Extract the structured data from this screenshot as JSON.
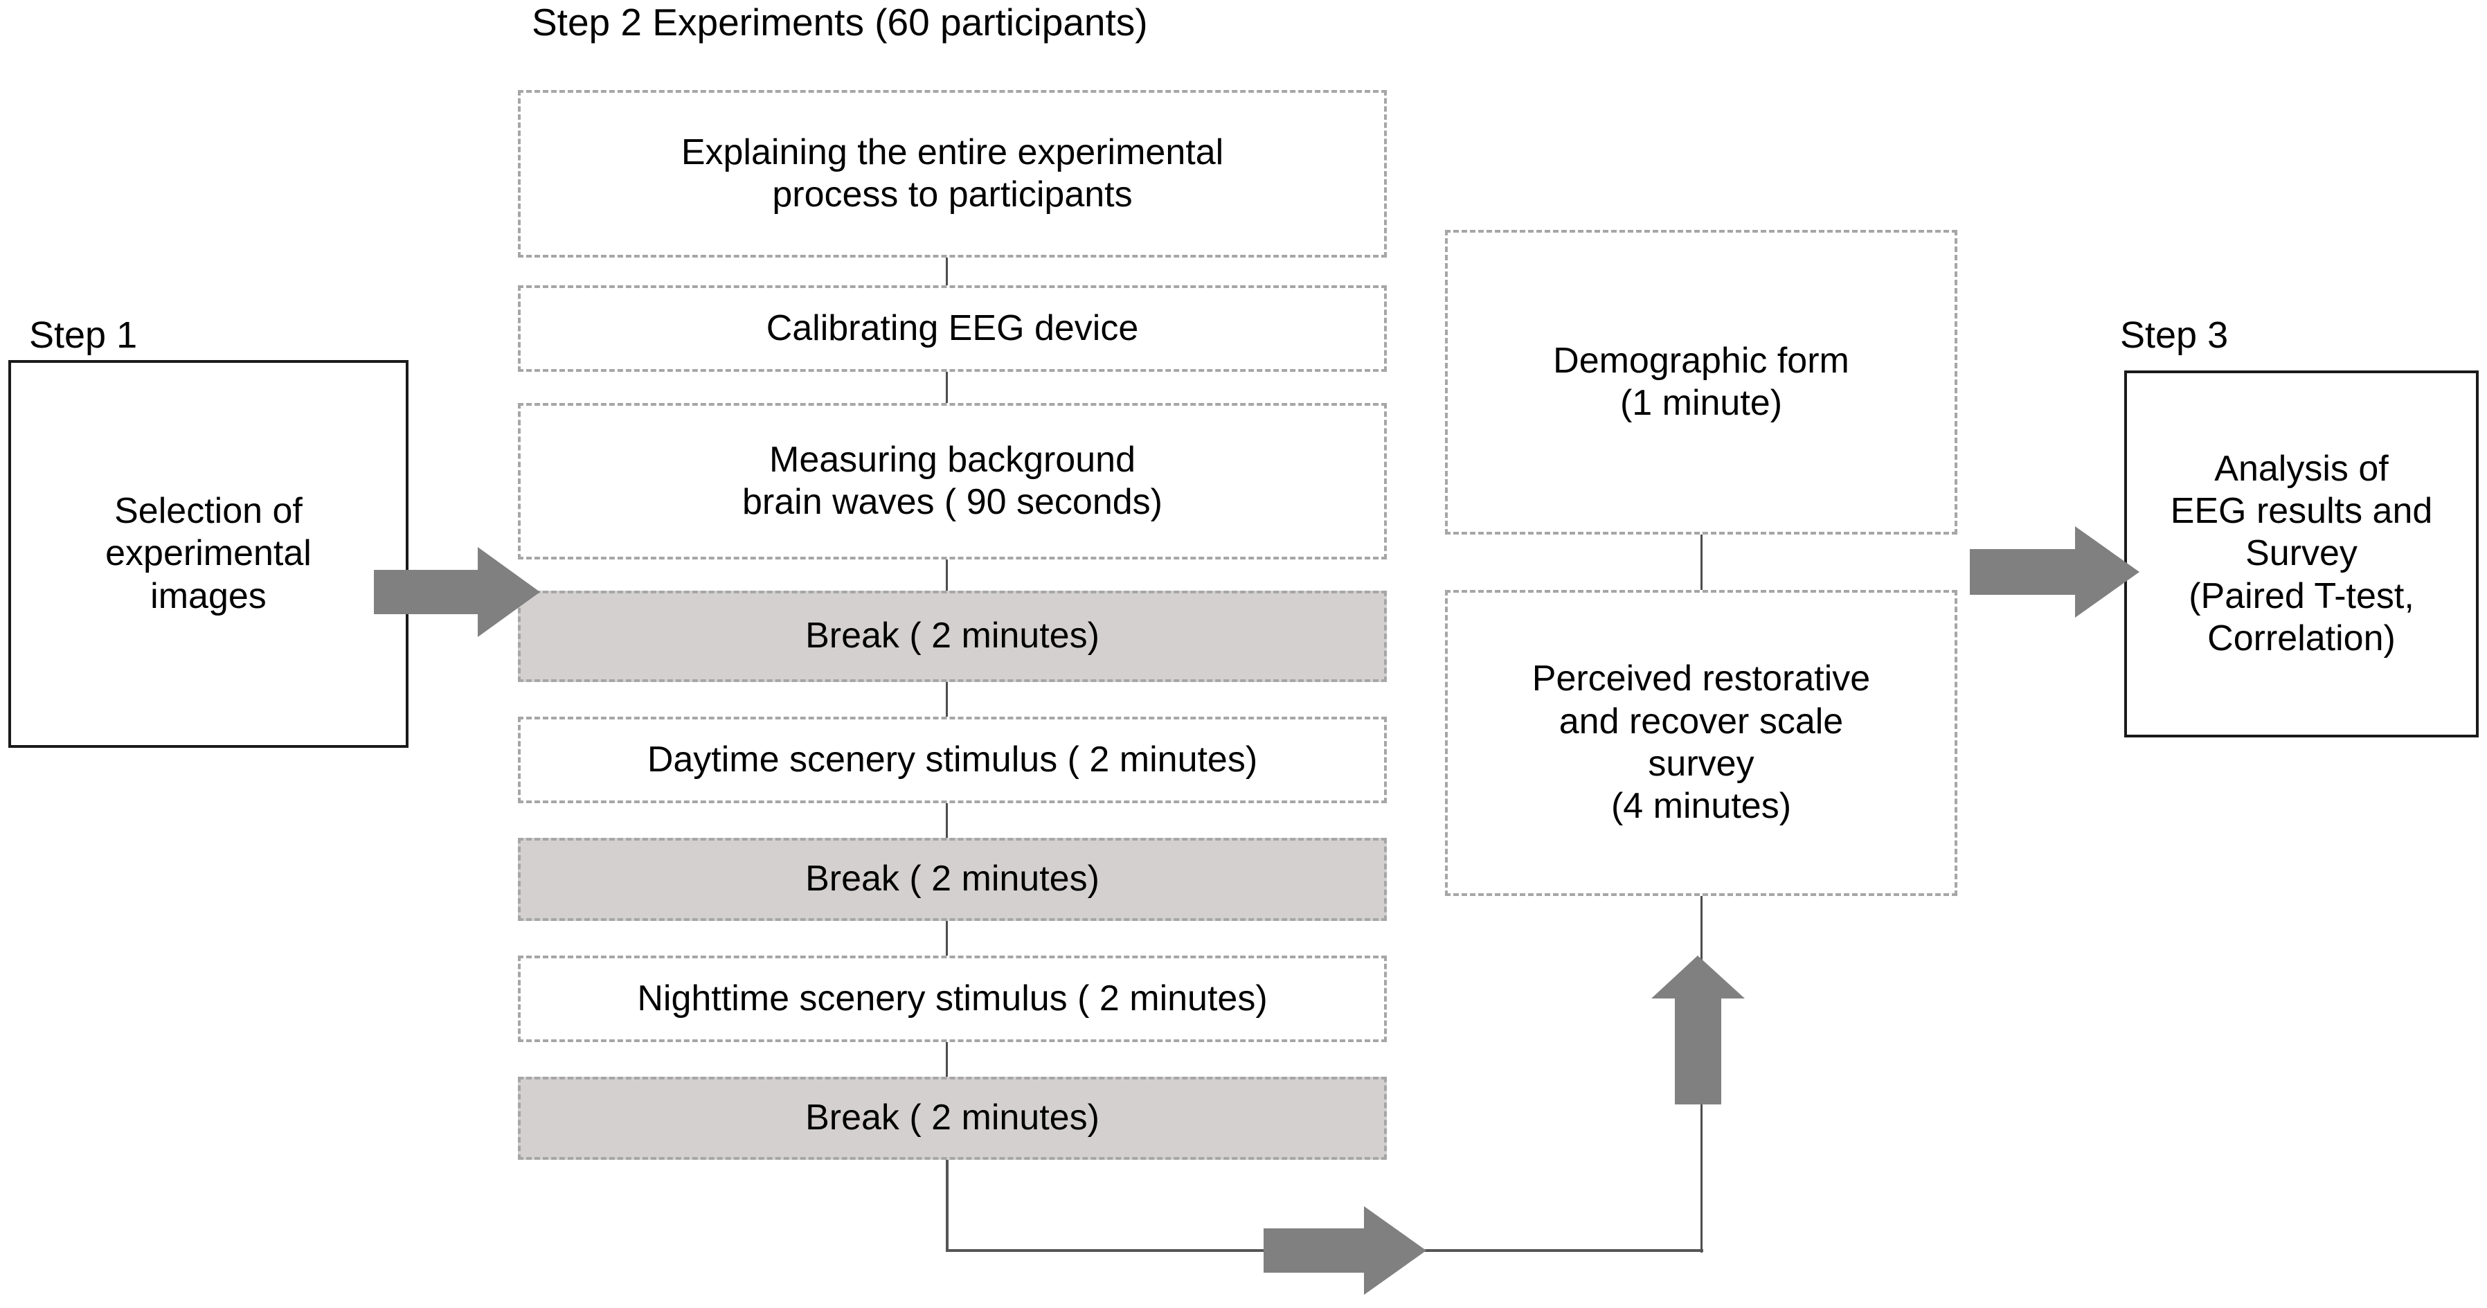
{
  "figure": {
    "title_step2": "Step 2 Experiments (60 participants)",
    "step1_label": "Step 1",
    "step3_label": "Step 3",
    "accent_gray_arrow": "#808080",
    "break_fill": "#d4d0d0",
    "dashed_border": "#a6a6a6",
    "solid_border": "#1a1a1a",
    "connector_line": "#4d4d4d"
  },
  "step1": {
    "box_text": "Selection of\nexperimental\nimages"
  },
  "step2": {
    "boxes": [
      {
        "text": "Explaining the entire experimental\nprocess to participants",
        "style": "dashed"
      },
      {
        "text": "Calibrating EEG device",
        "style": "dashed"
      },
      {
        "text": "Measuring background\nbrain waves ( 90 seconds)",
        "style": "dashed"
      },
      {
        "text": "Break ( 2 minutes)",
        "style": "break"
      },
      {
        "text": "Daytime scenery stimulus ( 2 minutes)",
        "style": "dashed"
      },
      {
        "text": "Break ( 2 minutes)",
        "style": "break"
      },
      {
        "text": "Nighttime scenery stimulus ( 2 minutes)",
        "style": "dashed"
      },
      {
        "text": "Break ( 2 minutes)",
        "style": "break"
      }
    ]
  },
  "step2_right": {
    "boxes": [
      {
        "text": "Demographic form\n(1 minute)",
        "style": "dashed"
      },
      {
        "text": "Perceived restorative\nand recover scale\nsurvey\n(4 minutes)",
        "style": "dashed"
      }
    ]
  },
  "step3": {
    "box_text": "Analysis of\nEEG results and\nSurvey\n(Paired T-test,\nCorrelation)"
  },
  "chart_data": {
    "type": "diagram",
    "title": "Step 2 Experiments (60 participants)",
    "nodes": [
      {
        "id": "step1",
        "label": "Selection of experimental images",
        "group": "Step 1",
        "shape": "solid-rect"
      },
      {
        "id": "explain",
        "label": "Explaining the entire experimental process to participants",
        "group": "Step 2",
        "shape": "dashed-rect"
      },
      {
        "id": "calibrate",
        "label": "Calibrating EEG device",
        "group": "Step 2",
        "shape": "dashed-rect"
      },
      {
        "id": "baseline",
        "label": "Measuring background brain waves ( 90 seconds)",
        "group": "Step 2",
        "shape": "dashed-rect",
        "duration": "90 seconds"
      },
      {
        "id": "break1",
        "label": "Break ( 2 minutes)",
        "group": "Step 2",
        "shape": "dashed-rect-filled",
        "duration": "2 minutes"
      },
      {
        "id": "daytime",
        "label": "Daytime scenery stimulus ( 2 minutes)",
        "group": "Step 2",
        "shape": "dashed-rect",
        "duration": "2 minutes"
      },
      {
        "id": "break2",
        "label": "Break ( 2 minutes)",
        "group": "Step 2",
        "shape": "dashed-rect-filled",
        "duration": "2 minutes"
      },
      {
        "id": "nighttime",
        "label": "Nighttime scenery stimulus ( 2 minutes)",
        "group": "Step 2",
        "shape": "dashed-rect",
        "duration": "2 minutes"
      },
      {
        "id": "break3",
        "label": "Break ( 2 minutes)",
        "group": "Step 2",
        "shape": "dashed-rect-filled",
        "duration": "2 minutes"
      },
      {
        "id": "demographic",
        "label": "Demographic form (1 minute)",
        "group": "Step 2",
        "shape": "dashed-rect",
        "duration": "1 minute"
      },
      {
        "id": "survey",
        "label": "Perceived restorative and recover scale survey (4 minutes)",
        "group": "Step 2",
        "shape": "dashed-rect",
        "duration": "4 minutes"
      },
      {
        "id": "step3",
        "label": "Analysis of EEG results and Survey (Paired T-test, Correlation)",
        "group": "Step 3",
        "shape": "solid-rect"
      }
    ],
    "edges": [
      {
        "from": "step1",
        "to": "explain",
        "type": "block-arrow-right"
      },
      {
        "from": "explain",
        "to": "calibrate",
        "type": "line"
      },
      {
        "from": "calibrate",
        "to": "baseline",
        "type": "line"
      },
      {
        "from": "baseline",
        "to": "break1",
        "type": "line"
      },
      {
        "from": "break1",
        "to": "daytime",
        "type": "line"
      },
      {
        "from": "daytime",
        "to": "break2",
        "type": "line"
      },
      {
        "from": "break2",
        "to": "nighttime",
        "type": "line"
      },
      {
        "from": "nighttime",
        "to": "break3",
        "type": "line"
      },
      {
        "from": "break3",
        "to": "survey",
        "type": "elbow-with-block-arrow-right-then-up"
      },
      {
        "from": "survey",
        "to": "demographic",
        "type": "line"
      },
      {
        "from": "demographic",
        "to": "step3",
        "type": "block-arrow-right"
      }
    ],
    "participants": 60
  }
}
